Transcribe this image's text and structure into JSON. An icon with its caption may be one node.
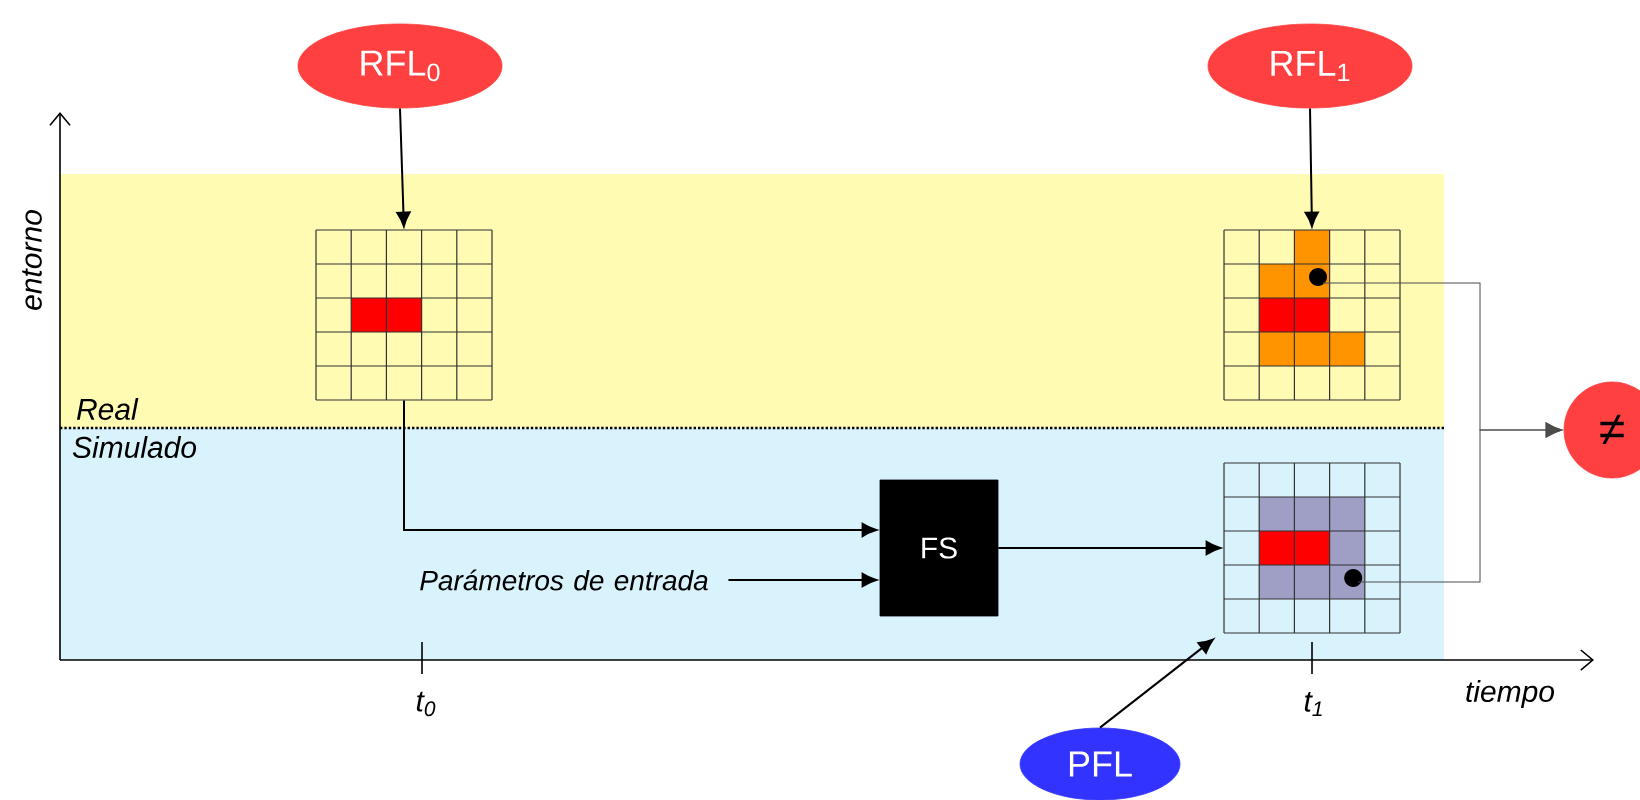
{
  "diagram": {
    "nodes": [
      {
        "text": [
          "RFL$_{0}$"
        ]
      },
      {
        "text": [
          "RFL$_{1}$"
        ]
      },
      {
        "text": [
          "Real"
        ]
      },
      {
        "text": [],
        "shape": "grid",
        "in": 2
      },
      {
        "text": [],
        "shape": "grid",
        "in": 2
      },
      {
        "text": [
          "≠"
        ]
      },
      {
        "text": [
          "Simulado"
        ]
      },
      {
        "text": [
          "Parámetros de entrada"
        ],
        "in": 6
      },
      {
        "text": [
          "FS"
        ],
        "in": 6
      },
      {
        "text": [],
        "shape": "grid",
        "in": 6
      },
      {
        "text": [
          "PFL"
        ]
      }
    ],
    "edges": [
      {
        "from": 0,
        "to": 3,
        "arrow": "to"
      },
      {
        "from": 1,
        "to": 4,
        "arrow": "to"
      },
      {
        "from": 3,
        "to": 8,
        "arrow": "to"
      },
      {
        "from": 7,
        "to": 8,
        "arrow": "to"
      },
      {
        "from": 8,
        "to": 9,
        "arrow": "to"
      },
      {
        "from": 10,
        "to": 9,
        "arrow": "to"
      },
      {
        "from": 4,
        "to": 5,
        "arrow": "to"
      },
      {
        "from": 9,
        "to": 5,
        "arrow": "to"
      }
    ],
    "labels": [
      "entorno",
      "t$_{0}$",
      "t$_{1}$",
      "tiempo"
    ]
  }
}
